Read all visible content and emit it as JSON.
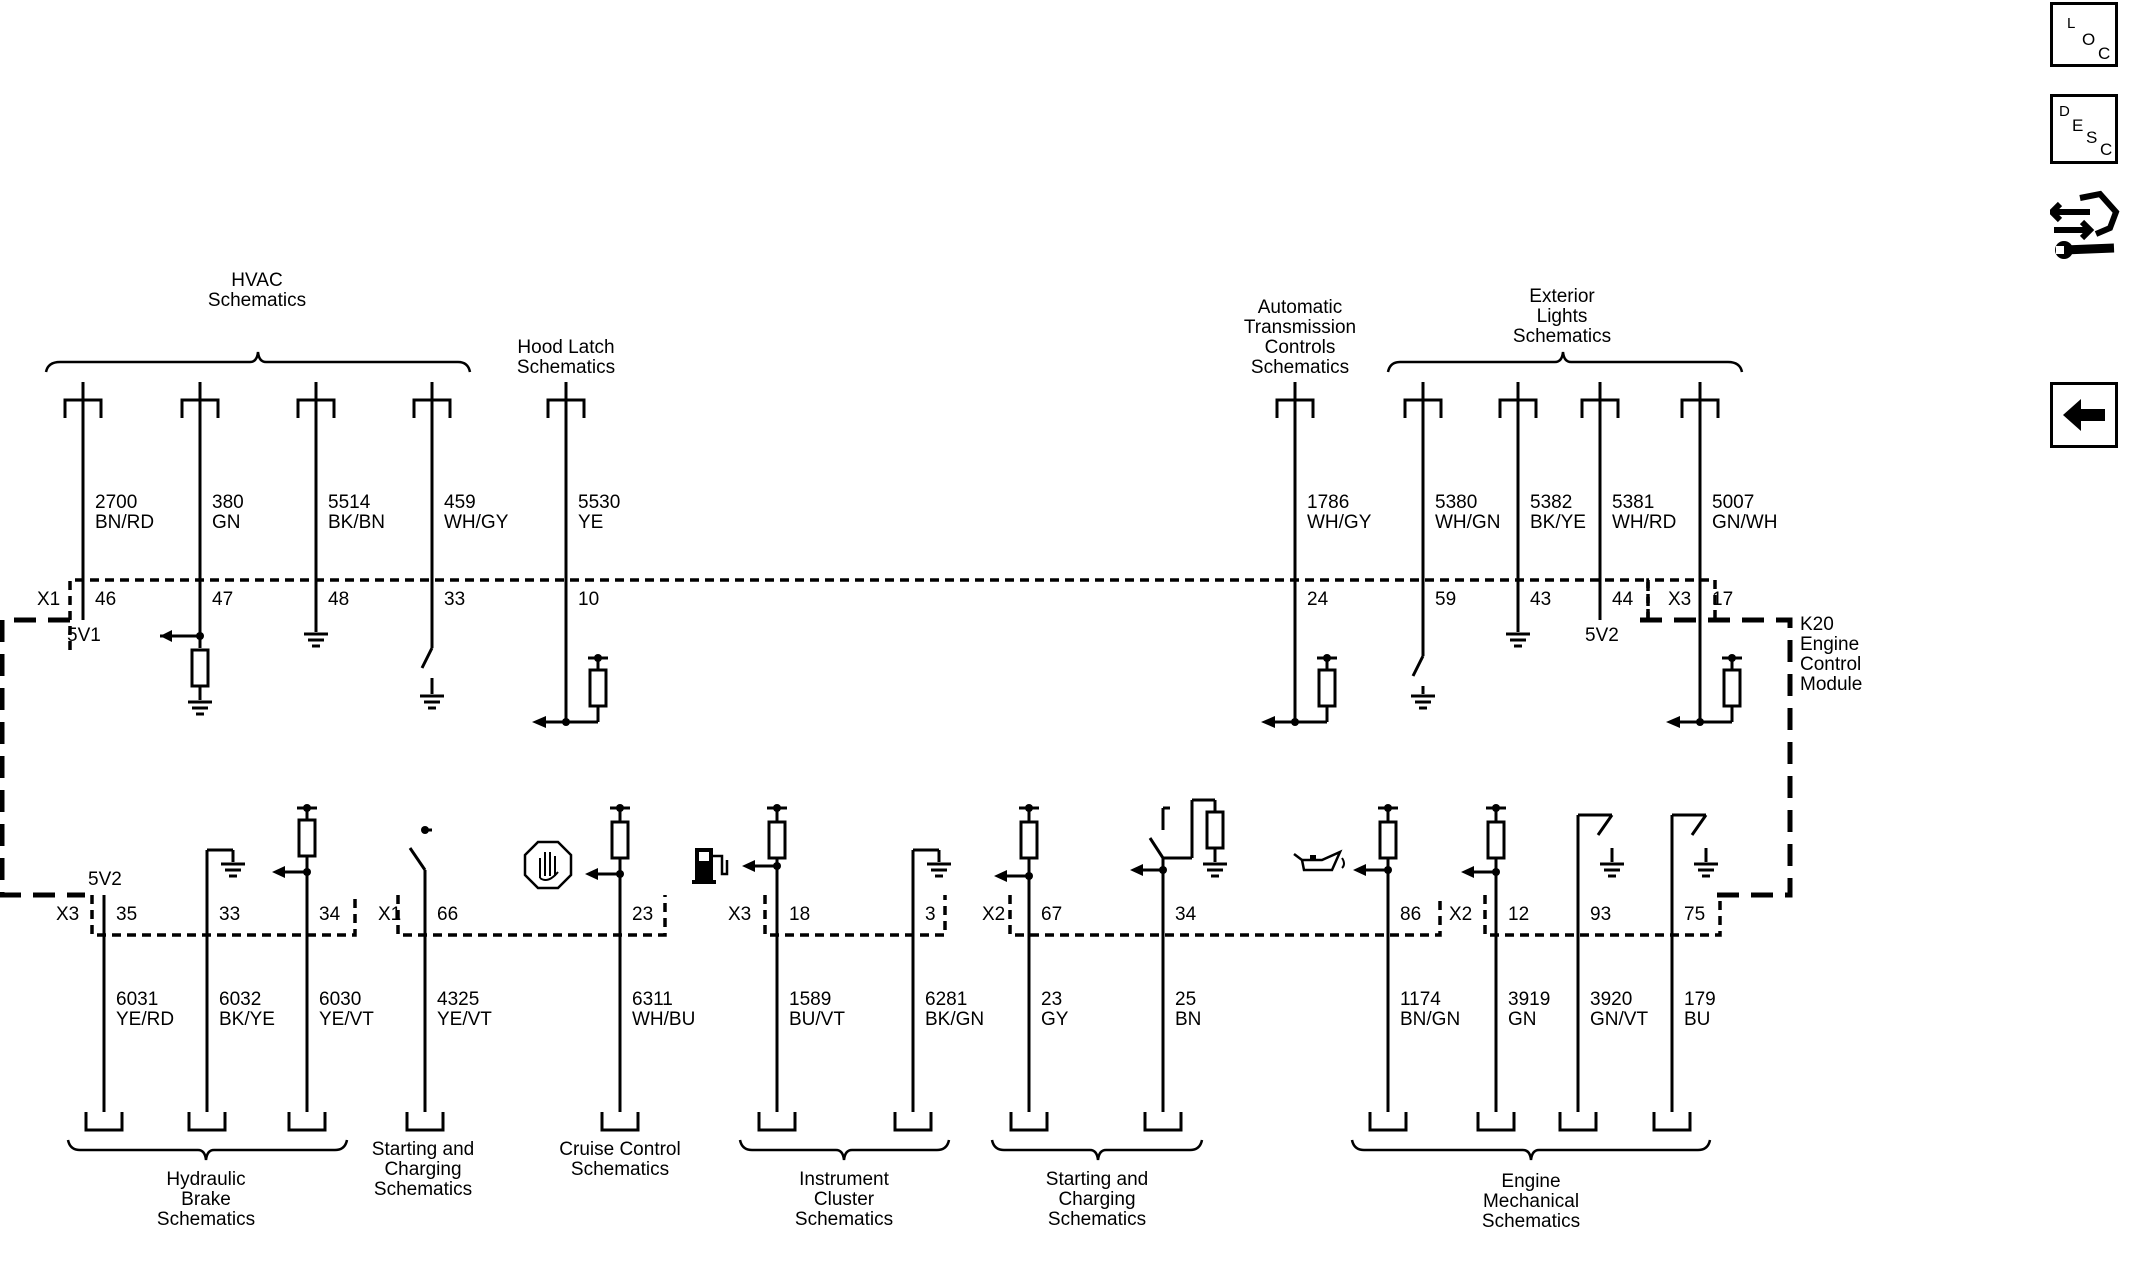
{
  "module": {
    "id": "K20",
    "line1": "Engine",
    "line2": "Control",
    "line3": "Module"
  },
  "connectors": {
    "x1": "X1",
    "x2": "X2",
    "x3": "X3"
  },
  "refs": {
    "v5v1": "5V1",
    "v5v2": "5V2"
  },
  "top_circuits": [
    {
      "pin": "46",
      "circuit": "2700",
      "color": "BN/RD"
    },
    {
      "pin": "47",
      "circuit": "380",
      "color": "GN"
    },
    {
      "pin": "48",
      "circuit": "5514",
      "color": "BK/BN"
    },
    {
      "pin": "33",
      "circuit": "459",
      "color": "WH/GY"
    },
    {
      "pin": "10",
      "circuit": "5530",
      "color": "YE"
    },
    {
      "pin": "24",
      "circuit": "1786",
      "color": "WH/GY"
    },
    {
      "pin": "59",
      "circuit": "5380",
      "color": "WH/GN"
    },
    {
      "pin": "43",
      "circuit": "5382",
      "color": "BK/YE"
    },
    {
      "pin": "44",
      "circuit": "5381",
      "color": "WH/RD"
    },
    {
      "pin": "17",
      "circuit": "5007",
      "color": "GN/WH"
    }
  ],
  "bottom_circuits": [
    {
      "pin": "35",
      "circuit": "6031",
      "color": "YE/RD"
    },
    {
      "pin": "33",
      "circuit": "6032",
      "color": "BK/YE"
    },
    {
      "pin": "34",
      "circuit": "6030",
      "color": "YE/VT"
    },
    {
      "pin": "66",
      "circuit": "4325",
      "color": "YE/VT"
    },
    {
      "pin": "23",
      "circuit": "6311",
      "color": "WH/BU"
    },
    {
      "pin": "18",
      "circuit": "1589",
      "color": "BU/VT"
    },
    {
      "pin": "3",
      "circuit": "6281",
      "color": "BK/GN"
    },
    {
      "pin": "67",
      "circuit": "23",
      "color": "GY"
    },
    {
      "pin": "34",
      "circuit": "25",
      "color": "BN"
    },
    {
      "pin": "86",
      "circuit": "1174",
      "color": "BN/GN"
    },
    {
      "pin": "12",
      "circuit": "3919",
      "color": "GN"
    },
    {
      "pin": "93",
      "circuit": "3920",
      "color": "GN/VT"
    },
    {
      "pin": "75",
      "circuit": "179",
      "color": "BU"
    }
  ],
  "top_groups": {
    "hvac": [
      "HVAC",
      "Schematics"
    ],
    "hood": [
      "Hood Latch",
      "Schematics"
    ],
    "trans": [
      "Automatic",
      "Transmission",
      "Controls",
      "Schematics"
    ],
    "ext": [
      "Exterior",
      "Lights",
      "Schematics"
    ]
  },
  "bottom_groups": {
    "brake": [
      "Hydraulic",
      "Brake",
      "Schematics"
    ],
    "start1": [
      "Starting and",
      "Charging",
      "Schematics"
    ],
    "cruise": [
      "Cruise Control",
      "Schematics"
    ],
    "cluster": [
      "Instrument",
      "Cluster",
      "Schematics"
    ],
    "start2": [
      "Starting and",
      "Charging",
      "Schematics"
    ],
    "engmech": [
      "Engine",
      "Mechanical",
      "Schematics"
    ]
  },
  "side_buttons": {
    "loc": {
      "a": "L",
      "b": "O",
      "c": "C"
    },
    "desc": {
      "a": "D",
      "b": "E",
      "c": "S",
      "d": "C"
    }
  },
  "icons": [
    "loc-icon",
    "desc-icon",
    "connector-end-view-icon",
    "back-arrow-icon",
    "cruise-hand-icon",
    "fuel-pump-icon",
    "oil-can-icon"
  ]
}
